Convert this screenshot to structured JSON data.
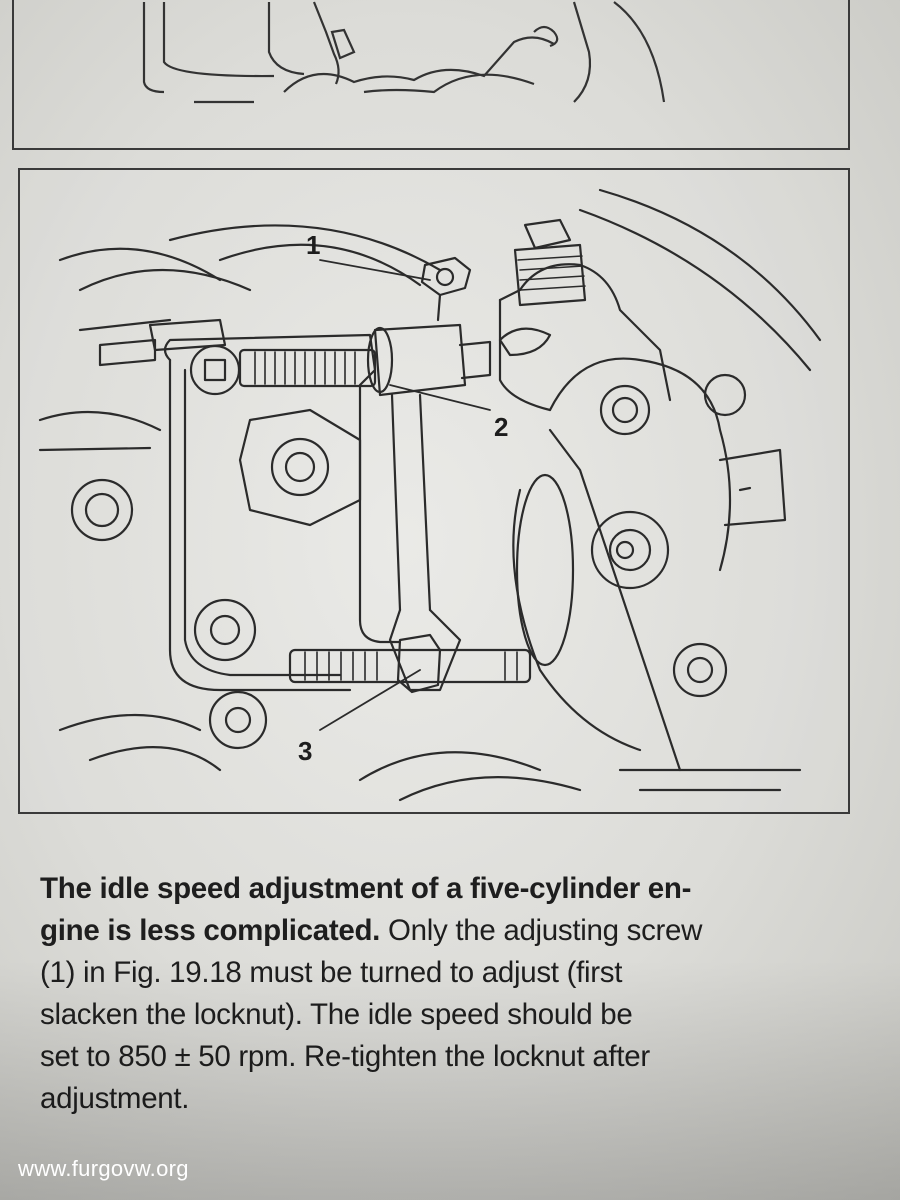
{
  "figure": {
    "callouts": [
      "1",
      "2",
      "3"
    ]
  },
  "caption": {
    "lines": [
      {
        "bold": "The idle speed adjustment of a five-cylinder en-",
        "text": ""
      },
      {
        "bold": "gine is less complicated.",
        "text": " Only the adjusting screw"
      },
      {
        "bold": "",
        "text": "(1) in Fig. 19.18 must be turned to adjust (first"
      },
      {
        "bold": "",
        "text": "slacken the locknut). The idle speed should be"
      },
      {
        "bold": "",
        "text": "set to 850 ± 50 rpm. Re-tighten the locknut after"
      },
      {
        "bold": "",
        "text": "adjustment."
      }
    ]
  },
  "watermark": "www.furgovw.org"
}
